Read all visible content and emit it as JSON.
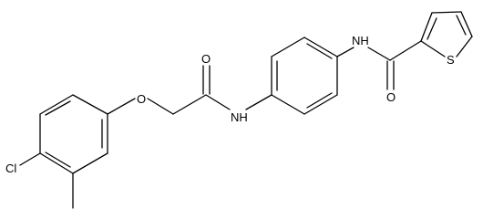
{
  "molecule": {
    "atoms": {
      "cl": "Cl",
      "o_ether": "O",
      "o_amide1": "O",
      "nh_left": "NH",
      "nh_right": "NH",
      "o_amide2": "O",
      "s_thiophene": "S"
    }
  }
}
